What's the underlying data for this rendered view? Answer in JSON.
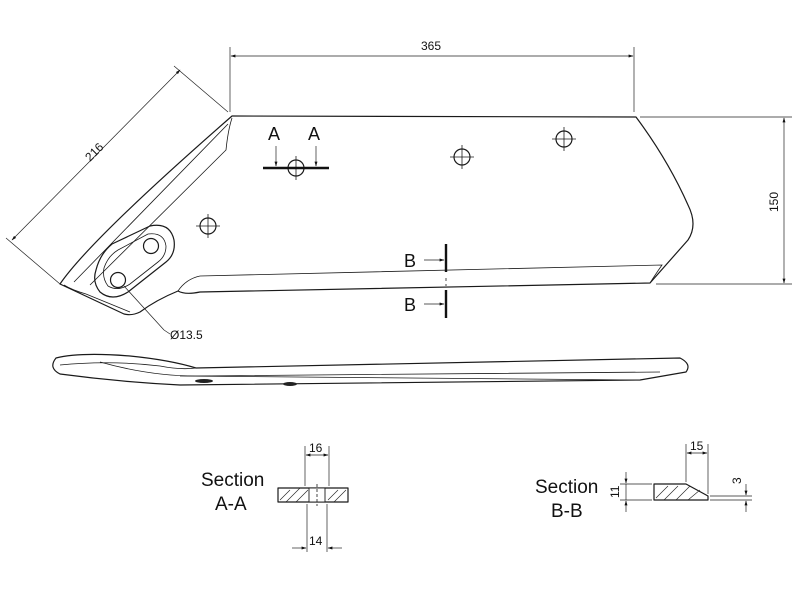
{
  "dimensions": {
    "top_length": "365",
    "angled_length": "216",
    "height": "150",
    "hole_diameter": "Ø13.5",
    "section_aa_top": "16",
    "section_aa_bottom": "14",
    "section_bb_width": "15",
    "section_bb_height": "11",
    "section_bb_edge": "3"
  },
  "section_markers": {
    "a_left": "A",
    "a_right": "A",
    "b_top": "B",
    "b_bottom": "B"
  },
  "sections": {
    "aa_title": "Section",
    "aa_name": "A-A",
    "bb_title": "Section",
    "bb_name": "B-B"
  }
}
